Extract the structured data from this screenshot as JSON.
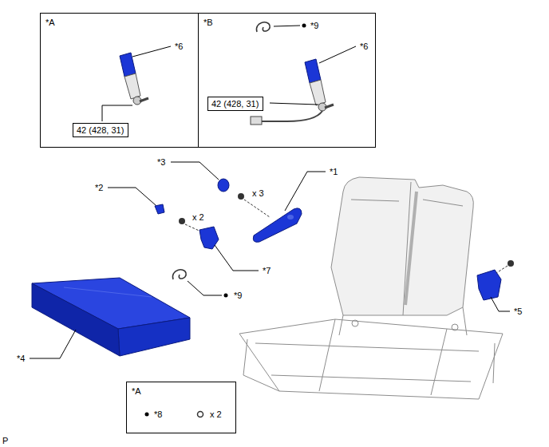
{
  "diagram": {
    "nodes": [
      {
        "text": [
          "*A"
        ]
      },
      {
        "text": [
          "42 (428, 31)"
        ],
        "in": 0
      },
      {
        "text": [
          "*B"
        ]
      },
      {
        "text": [
          "42 (428, 31)"
        ],
        "in": 2
      },
      {
        "text": [
          "*A"
        ]
      }
    ],
    "labels": [
      "*6",
      "*9",
      "*6",
      "*3",
      "*1",
      "x 3",
      "*2",
      "x 2",
      "*7",
      "*9",
      "*5",
      "*4",
      "*8",
      "x 2",
      "P"
    ]
  }
}
